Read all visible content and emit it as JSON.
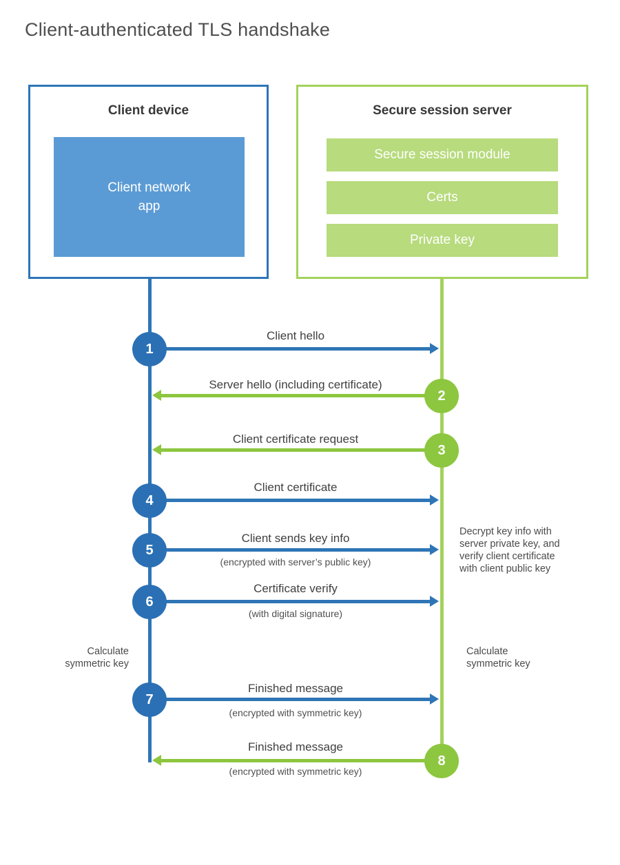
{
  "page": {
    "title": "Client-authenticated TLS handshake"
  },
  "client_box": {
    "title": "Client device",
    "app_label": "Client network\napp"
  },
  "server_box": {
    "title": "Secure session server",
    "modules": [
      "Secure session module",
      "Certs",
      "Private key"
    ]
  },
  "steps": [
    {
      "number": "1",
      "label": "Client hello",
      "sublabel": "",
      "direction": "right",
      "actor": "client"
    },
    {
      "number": "2",
      "label": "Server hello (including certificate)",
      "sublabel": "",
      "direction": "left",
      "actor": "server"
    },
    {
      "number": "3",
      "label": "Client certificate request",
      "sublabel": "",
      "direction": "left",
      "actor": "server"
    },
    {
      "number": "4",
      "label": "Client certificate",
      "sublabel": "",
      "direction": "right",
      "actor": "client"
    },
    {
      "number": "5",
      "label": "Client sends key info",
      "sublabel": "(encrypted with server’s public key)",
      "direction": "right",
      "actor": "client"
    },
    {
      "number": "6",
      "label": "Certificate verify",
      "sublabel": "(with digital signature)",
      "direction": "right",
      "actor": "client"
    },
    {
      "number": "7",
      "label": "Finished message",
      "sublabel": "(encrypted with symmetric key)",
      "direction": "right",
      "actor": "client"
    },
    {
      "number": "8",
      "label": "Finished message",
      "sublabel": "(encrypted with symmetric key)",
      "direction": "left",
      "actor": "server"
    }
  ],
  "annotations": {
    "decrypt_note": "Decrypt key info with\nserver private key, and\nverify client certificate\nwith client public key",
    "calc_left": "Calculate\nsymmetric key",
    "calc_right": "Calculate\nsymmetric key"
  },
  "colors": {
    "blue_accent": "#2e75b6",
    "blue_fill": "#5b9bd5",
    "blue_circle": "#2b70b5",
    "green_accent": "#a3d25c",
    "green_circle": "#8dc63f",
    "green_fill": "#b7db7d"
  }
}
